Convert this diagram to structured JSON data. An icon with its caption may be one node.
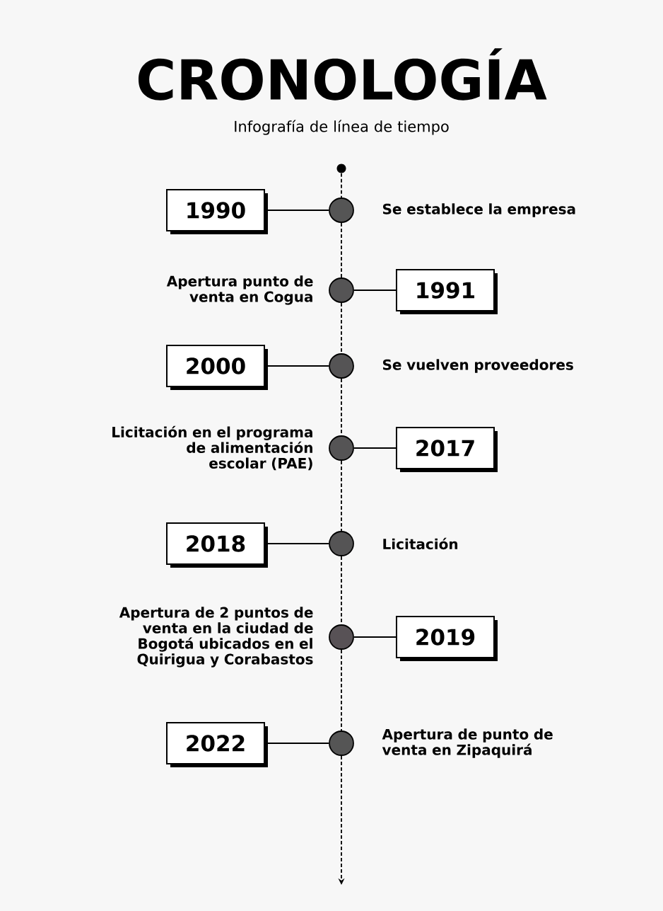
{
  "diagram": {
    "title": "CRONOLOGÍA",
    "nodes": [
      {
        "text": [],
        "shape": "circle"
      },
      {
        "text": [
          "1990"
        ]
      },
      {
        "text": [],
        "shape": "circle",
        "beside": [
          "Se establece la empresa"
        ]
      },
      {
        "text": [],
        "shape": "circle",
        "beside": [
          "Apertura punto de venta en Cogua"
        ]
      },
      {
        "text": [
          "1991"
        ]
      },
      {
        "text": [
          "2000"
        ]
      },
      {
        "text": [],
        "shape": "circle",
        "beside": [
          "Se vuelven proveedores"
        ]
      },
      {
        "text": [],
        "shape": "circle",
        "beside": [
          "Licitación en el programa de alimentación escolar (PAE)"
        ]
      },
      {
        "text": [
          "2017"
        ]
      },
      {
        "text": [
          "2018"
        ]
      },
      {
        "text": [],
        "shape": "circle",
        "beside": [
          "Licitación"
        ]
      },
      {
        "text": [],
        "shape": "circle",
        "beside": [
          "Apertura de 2 puntos de venta en la ciudad de Bogotá ubicados en el Quirigua y Corabastos"
        ]
      },
      {
        "text": [
          "2019"
        ]
      },
      {
        "text": [
          "2022"
        ]
      },
      {
        "text": [],
        "shape": "circle",
        "beside": [
          "Apertura de punto de venta en Zipaquirá"
        ]
      }
    ],
    "edges": [
      {
        "from": 1,
        "to": 2,
        "arrow": "none"
      },
      {
        "from": 3,
        "to": 4,
        "arrow": "none"
      },
      {
        "from": 5,
        "to": 6,
        "arrow": "none"
      },
      {
        "from": 7,
        "to": 8,
        "arrow": "none"
      },
      {
        "from": 9,
        "to": 10,
        "arrow": "none"
      },
      {
        "from": 11,
        "to": 12,
        "arrow": "none"
      },
      {
        "from": 13,
        "to": 14,
        "arrow": "none"
      },
      {
        "from": 0,
        "to": 2,
        "arrow": "none",
        "style": "dashed"
      },
      {
        "from": 2,
        "to": 3,
        "arrow": "none",
        "style": "dashed"
      },
      {
        "from": 3,
        "to": 6,
        "arrow": "none",
        "style": "dashed"
      },
      {
        "from": 6,
        "to": 7,
        "arrow": "none",
        "style": "dashed"
      },
      {
        "from": 7,
        "to": 10,
        "arrow": "none",
        "style": "dashed"
      },
      {
        "from": 10,
        "to": 11,
        "arrow": "none",
        "style": "dashed"
      },
      {
        "from": 11,
        "to": 14,
        "arrow": "none",
        "style": "dashed"
      },
      {
        "from": 14,
        "to": null,
        "arrow": "to",
        "style": "dashed"
      }
    ],
    "labels": [
      "Infografía de línea de tiempo"
    ]
  }
}
